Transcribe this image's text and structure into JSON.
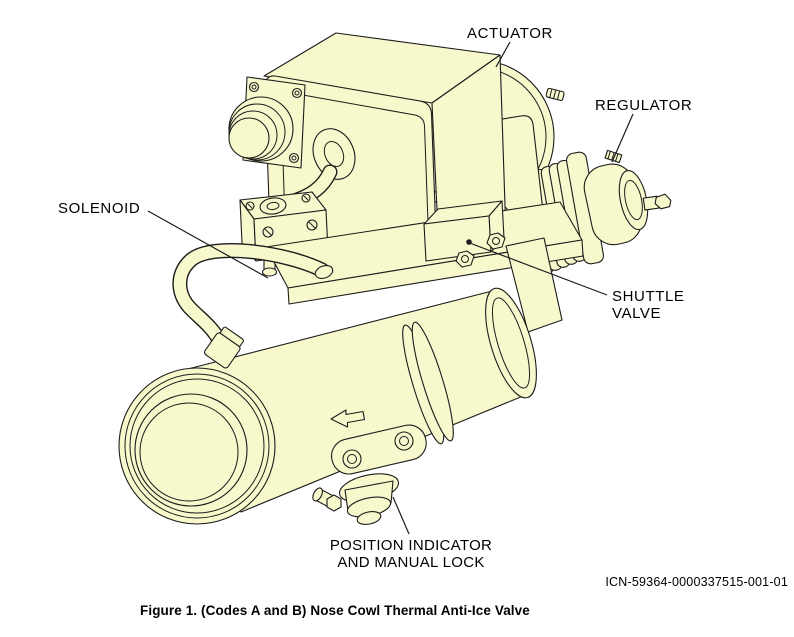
{
  "figure": {
    "icn": "ICN-59364-0000337515-001-01",
    "caption": "Figure 1. (Codes A and B) Nose Cowl Thermal Anti-Ice Valve"
  },
  "callouts": {
    "actuator": "ACTUATOR",
    "regulator": "REGULATOR",
    "solenoid": "SOLENOID",
    "shuttle_valve_line1": "SHUTTLE",
    "shuttle_valve_line2": "VALVE",
    "position_indicator_line1": "POSITION INDICATOR",
    "position_indicator_line2": "AND MANUAL LOCK"
  },
  "icons": {
    "flow_direction_arrow": "left-arrow"
  },
  "colors": {
    "background": "#FFFFFF",
    "part_fill": "#F8F8CD",
    "line": "#1C1C1C",
    "text": "#000000"
  }
}
